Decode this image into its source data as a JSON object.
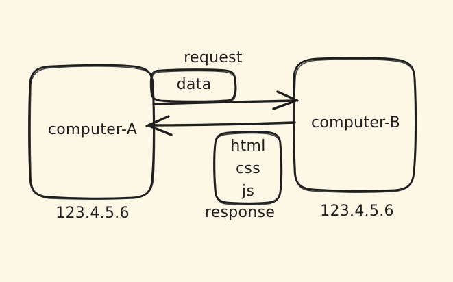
{
  "canvas": {
    "background": "#fdf7e6",
    "ink": "#1e1e1e"
  },
  "left_computer": {
    "label": "computer-A",
    "ip": "123.4.5.6"
  },
  "right_computer": {
    "label": "computer-B",
    "ip": "123.4.5.6"
  },
  "request_flow": {
    "caption": "request",
    "payload": "data"
  },
  "response_flow": {
    "caption": "response",
    "payload": [
      "html",
      "css",
      "js"
    ]
  }
}
